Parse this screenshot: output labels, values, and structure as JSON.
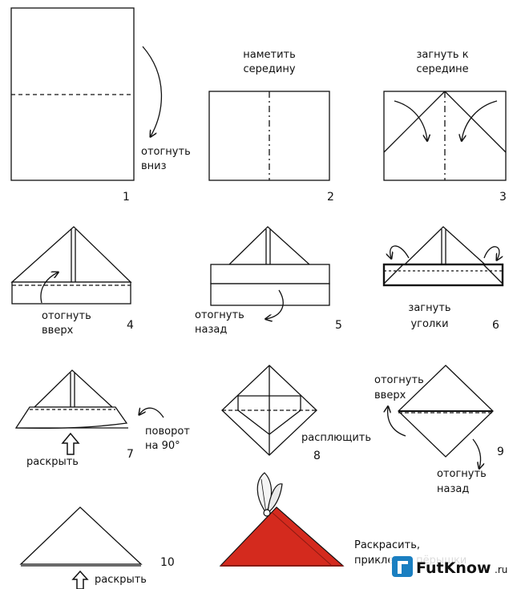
{
  "steps": [
    {
      "number": "1",
      "labels": [
        "отогнуть",
        "вниз"
      ]
    },
    {
      "number": "2",
      "labels": [
        "наметить",
        "середину"
      ]
    },
    {
      "number": "3",
      "labels": [
        "загнуть к",
        "середине"
      ]
    },
    {
      "number": "4",
      "labels": [
        "отогнуть",
        "вверх"
      ]
    },
    {
      "number": "5",
      "labels": [
        "отогнуть",
        "назад"
      ]
    },
    {
      "number": "6",
      "labels": [
        "загнуть",
        "уголки"
      ]
    },
    {
      "number": "7",
      "labels": [
        "поворот",
        "на 90°",
        "раскрыть"
      ]
    },
    {
      "number": "8",
      "labels": [
        "расплющить"
      ]
    },
    {
      "number": "9",
      "labels": [
        "отогнуть",
        "вверх",
        "отогнуть",
        "назад"
      ]
    },
    {
      "number": "10",
      "labels": [
        "раскрыть"
      ]
    },
    {
      "number": "",
      "labels": [
        "Раскрасить,",
        "приклеить пёрышки"
      ]
    }
  ],
  "watermark": {
    "brand": "FutKnow",
    "suffix": ".ru"
  },
  "colors": {
    "line": "#111111",
    "hat_fill": "#d42a1e",
    "watermark": "#1a7fc1"
  }
}
